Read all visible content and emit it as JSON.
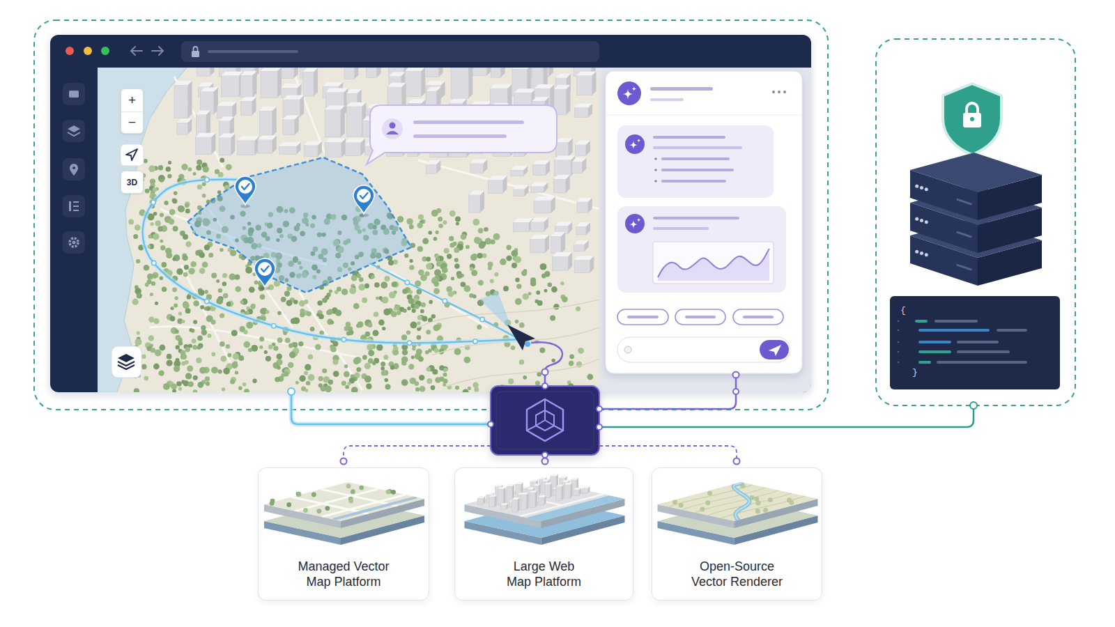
{
  "diagram": {
    "nodes": [
      {
        "text": [
          "+",
          "−"
        ]
      },
      {
        "text": [
          "3D"
        ]
      },
      {
        "text": [
          "{",
          "}"
        ]
      },
      {
        "text": [
          "Managed Vector Map Platform"
        ]
      },
      {
        "text": [
          "Large Web Map Platform"
        ]
      },
      {
        "text": [
          "Open-Source Vector Renderer"
        ]
      }
    ]
  }
}
